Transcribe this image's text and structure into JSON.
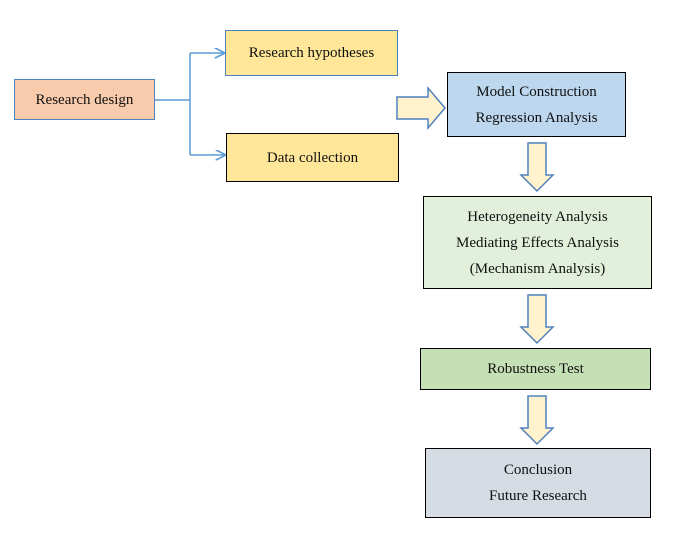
{
  "nodes": {
    "research_design": "Research design",
    "research_hypotheses": "Research hypotheses",
    "data_collection": "Data collection",
    "model": {
      "line1": "Model Construction",
      "line2": "Regression Analysis"
    },
    "heterogeneity": {
      "line1": "Heterogeneity Analysis",
      "line2": "Mediating Effects Analysis",
      "line3": "(Mechanism Analysis)"
    },
    "robustness": "Robustness Test",
    "conclusion": {
      "line1": "Conclusion",
      "line2": "Future Research"
    }
  },
  "colors": {
    "research_design": "#f8cbad",
    "hypotheses_data": "#ffe699",
    "model": "#bdd7ee",
    "heterogeneity": "#e2efda",
    "robustness": "#c5e0b4",
    "conclusion": "#d6dce4",
    "block_arrow_fill": "#fff2cc",
    "connector": "#5b9bd5"
  }
}
